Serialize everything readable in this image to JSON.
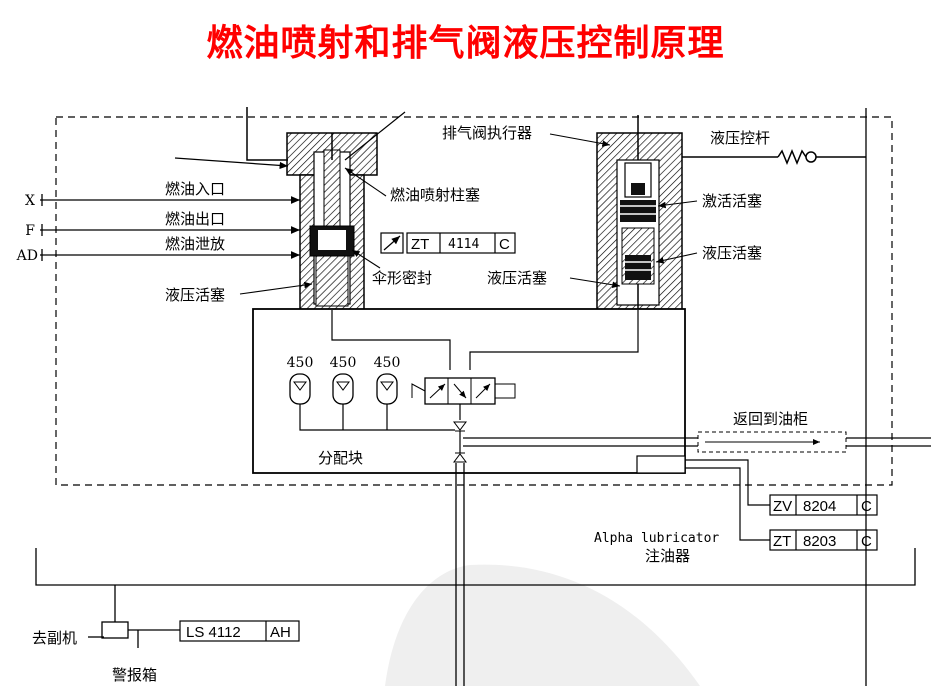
{
  "title": "燃油喷射和排气阀液压控制原理",
  "colors": {
    "title": "#ff0000",
    "line": "#000000",
    "hatch": "#000000",
    "watermark": "#eeeeee"
  },
  "labels": {
    "x_line": "X",
    "f_line": "F",
    "ad_line": "AD",
    "fuel_inlet": "燃油入口",
    "fuel_outlet": "燃油出口",
    "fuel_drain": "燃油泄放",
    "hyd_piston_left": "液压活塞",
    "injection_plunger": "燃油喷射柱塞",
    "umbrella_seal": "伞形密封",
    "hyd_piston_mid": "液压活塞",
    "exhaust_actuator": "排气阀执行器",
    "hyd_control_rod": "液压控杆",
    "activation_piston": "激活活塞",
    "hyd_piston_right": "液压活塞",
    "return_to_tank": "返回到油柜",
    "distributor_block": "分配块",
    "alpha_lubricator": "Alpha lubricator",
    "lubricator_cn": "注油器",
    "to_aux_engine": "去副机",
    "alarm_box": "警报箱"
  },
  "accumulators": [
    "450",
    "450",
    "450"
  ],
  "tags": {
    "zt4114": {
      "code": "ZT",
      "num": "4114",
      "suffix": "C"
    },
    "zv8204": {
      "code": "ZV",
      "num": "8204",
      "suffix": "C"
    },
    "zt8203": {
      "code": "ZT",
      "num": "8203",
      "suffix": "C"
    },
    "ls4112": {
      "code": "LS 4112",
      "suffix": "AH"
    }
  }
}
